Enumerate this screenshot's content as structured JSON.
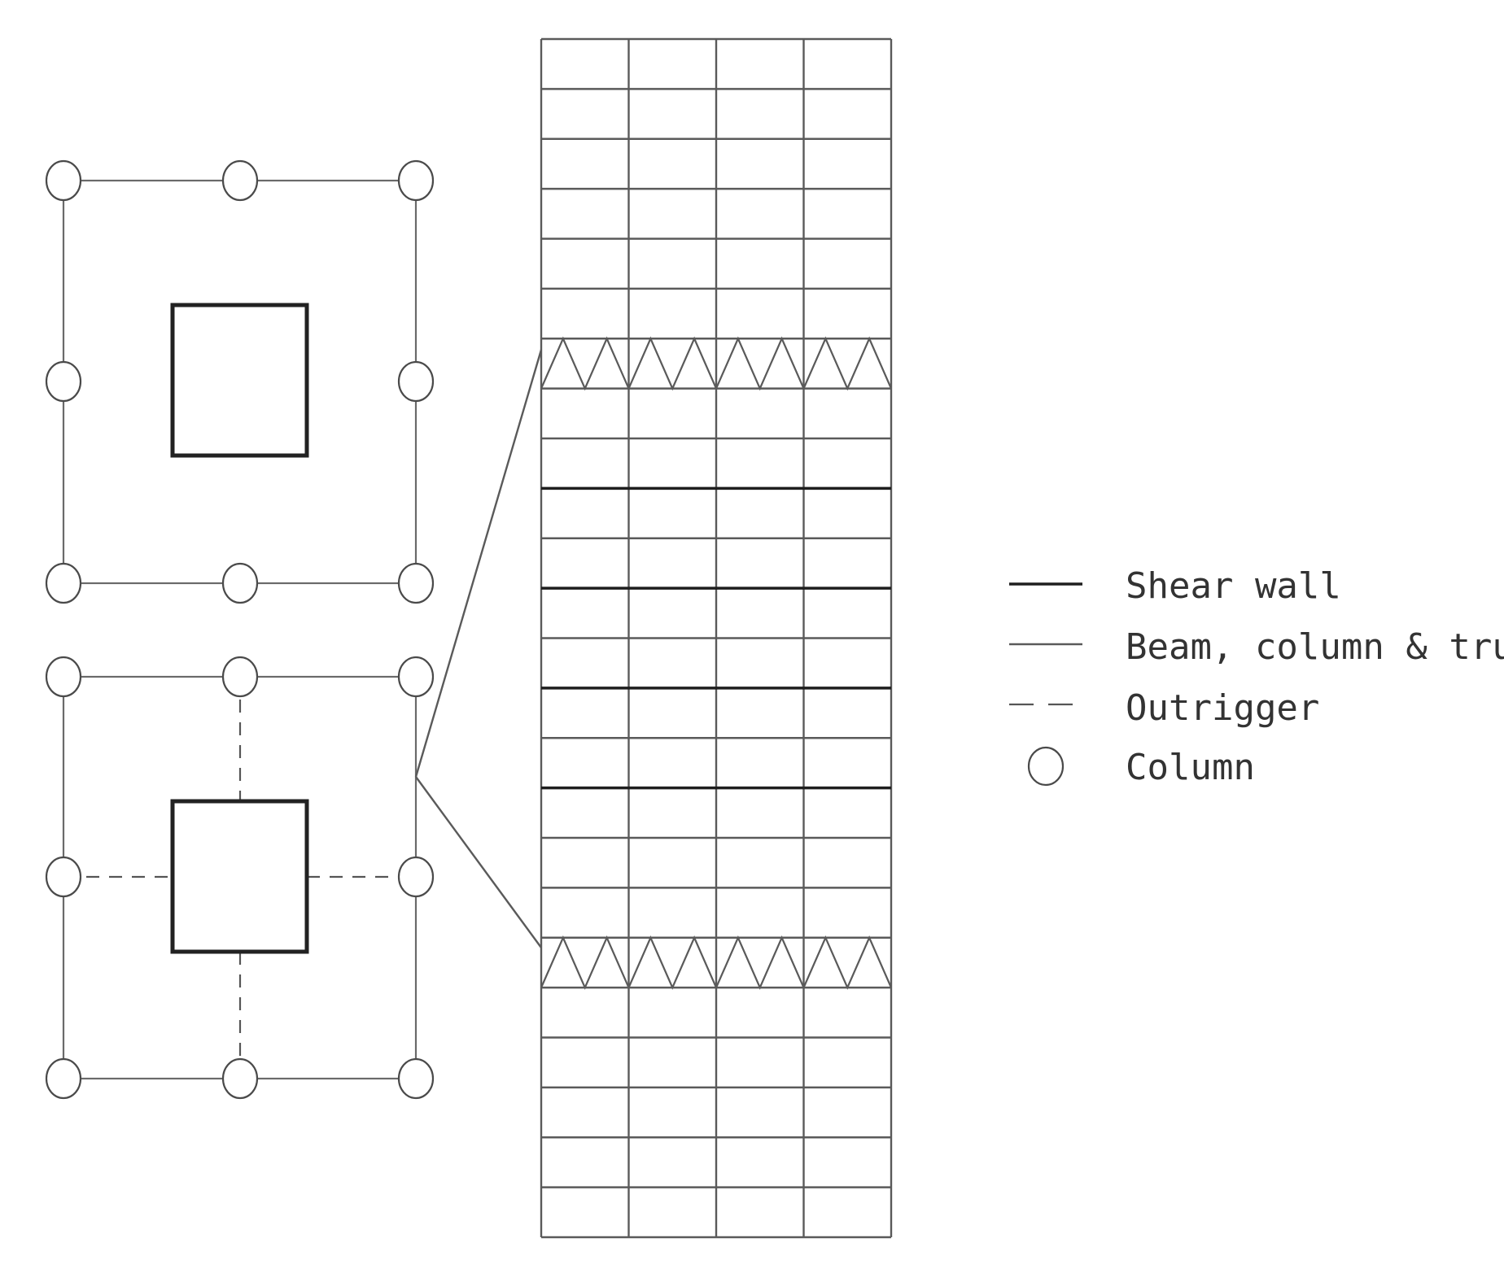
{
  "legend": {
    "items": [
      {
        "label": "Shear wall",
        "symbol": "thick-line"
      },
      {
        "label": "Beam, column & truss",
        "symbol": "thin-line"
      },
      {
        "label": "Outrigger",
        "symbol": "dashed-line"
      },
      {
        "label": "Column",
        "symbol": "circle"
      }
    ]
  },
  "elevation": {
    "bays": 4,
    "stories": 24,
    "outrigger_stories": [
      6,
      18
    ],
    "shear_wall_floors": [
      9,
      11,
      13,
      15
    ]
  },
  "plans": [
    {
      "id": "typical-plan",
      "has_outrigger": false
    },
    {
      "id": "outrigger-plan",
      "has_outrigger": true
    }
  ]
}
